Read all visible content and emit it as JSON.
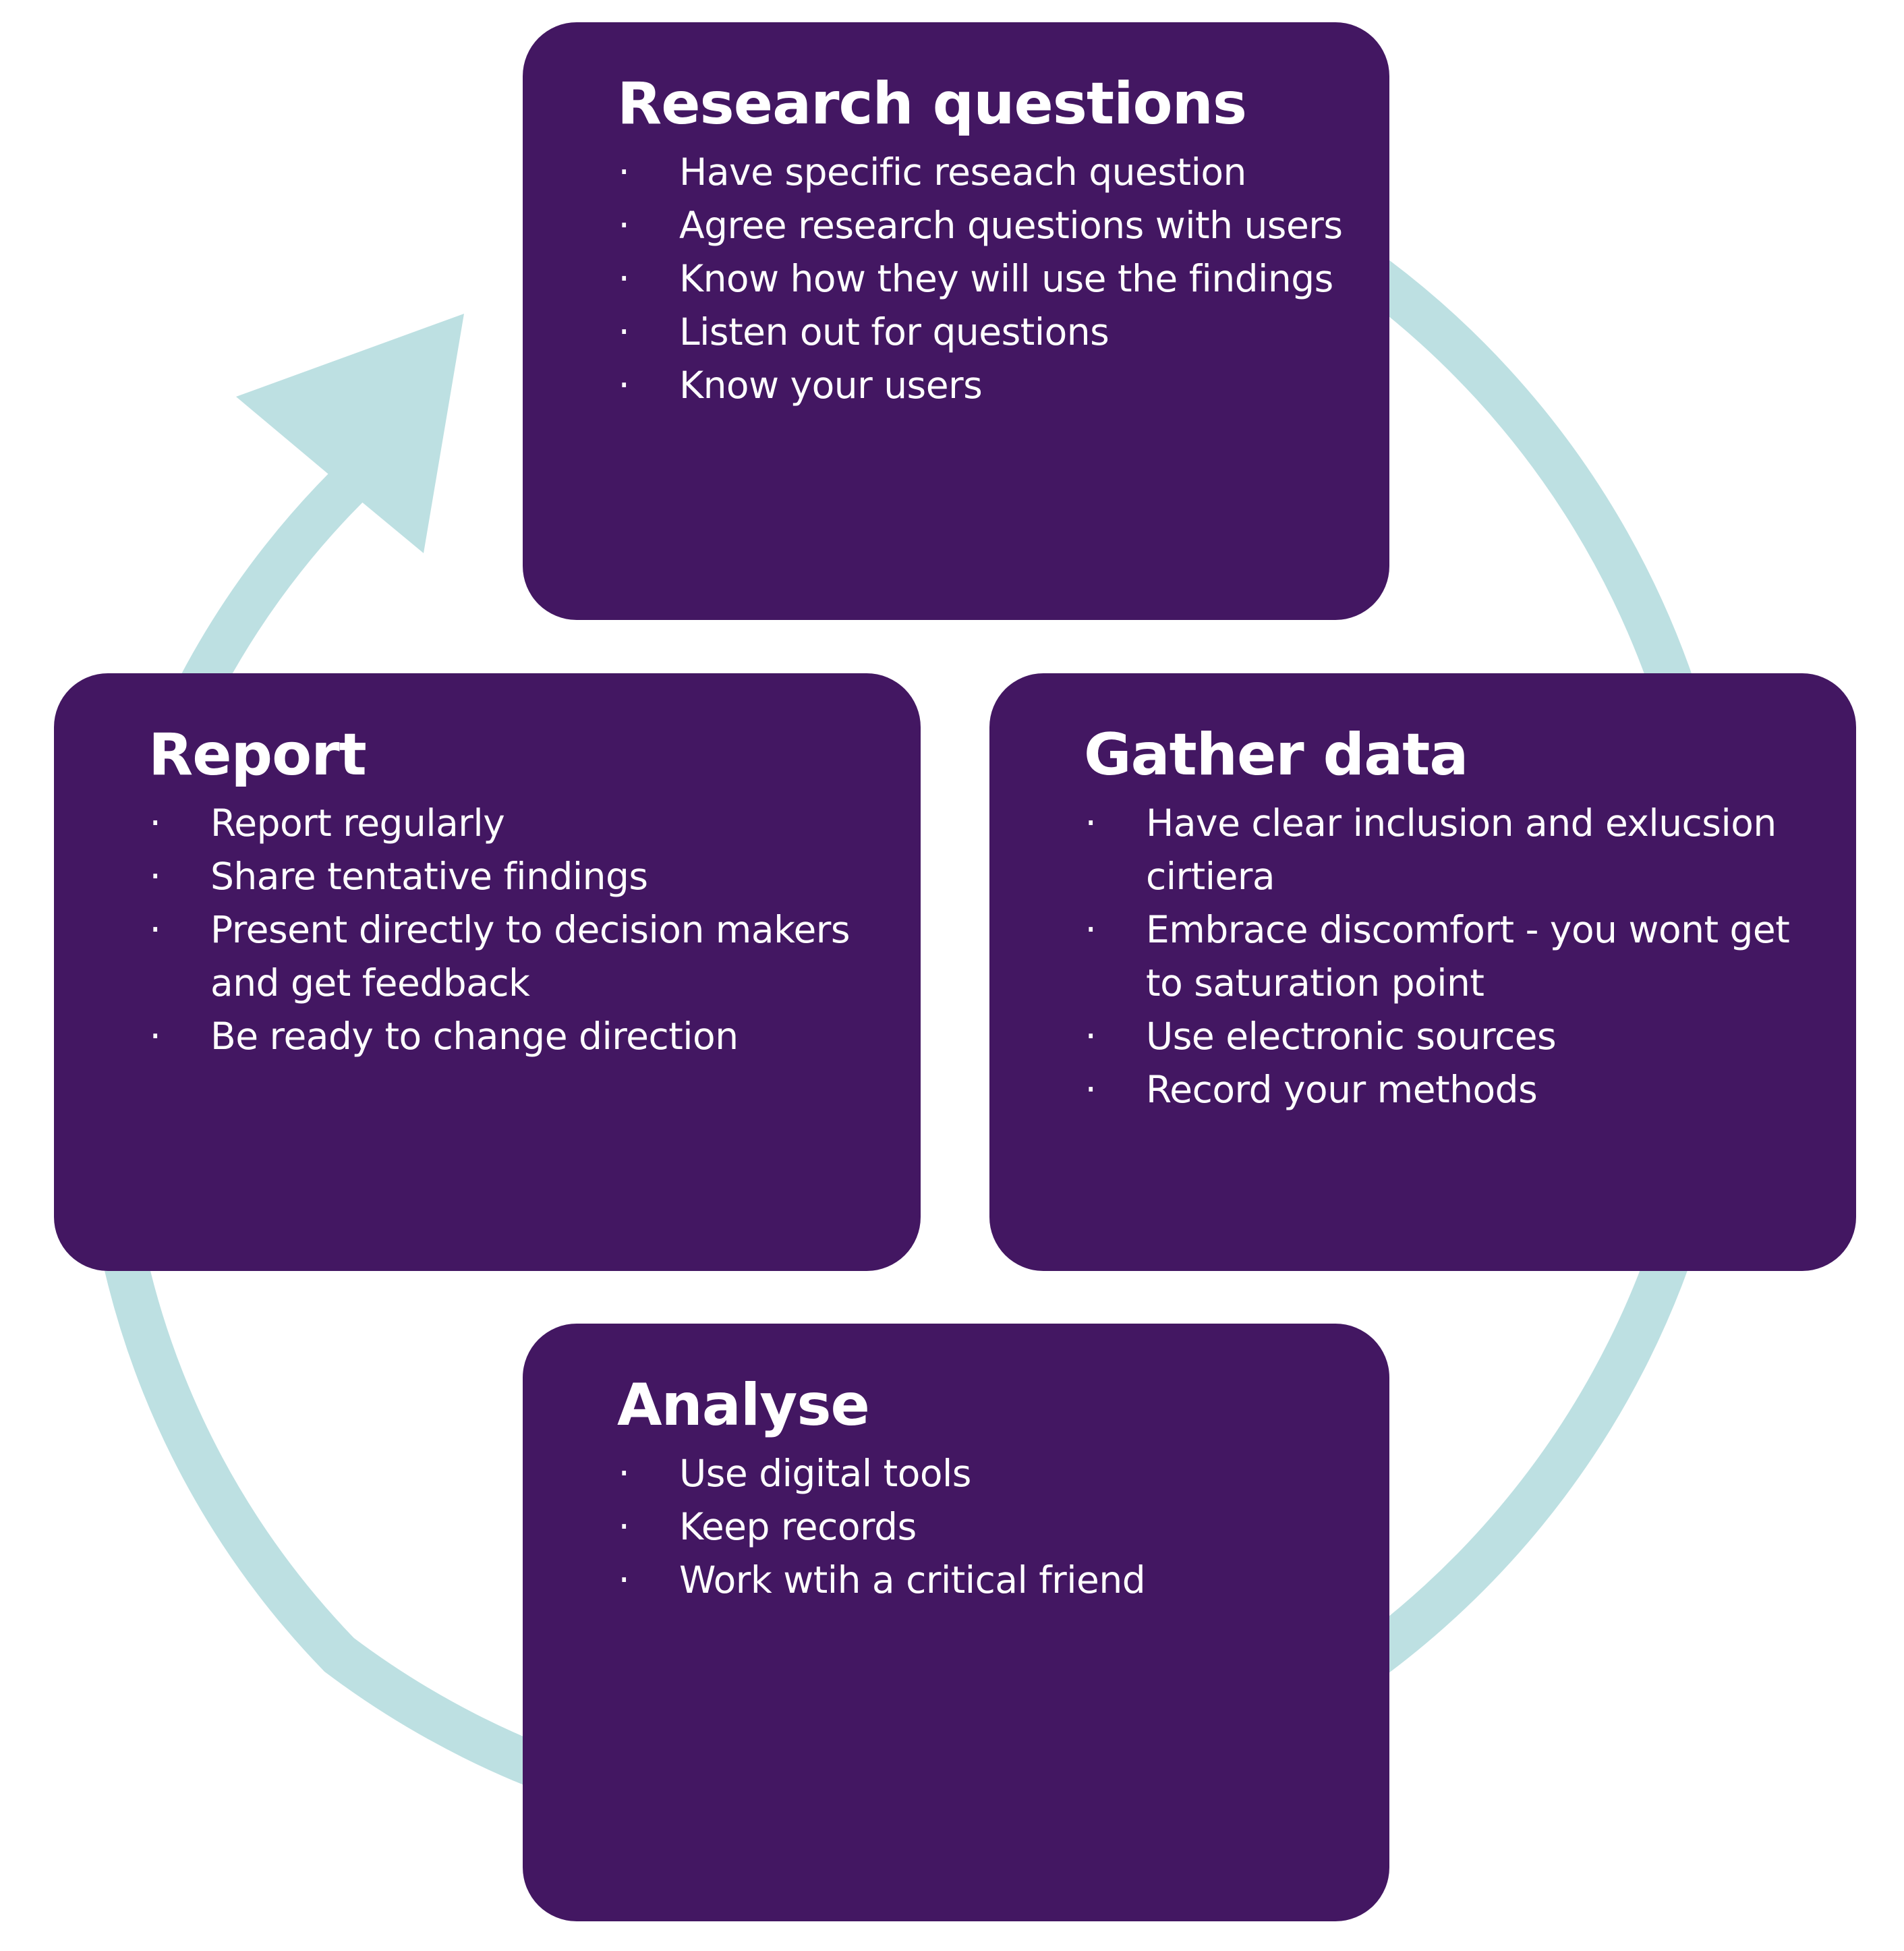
{
  "colors": {
    "card": "#431762",
    "ring": "#bde0e2",
    "text": "#ffffff"
  },
  "stages": {
    "research": {
      "title": "Research questions",
      "items": [
        "Have specific reseach question",
        "Agree research questions with users",
        "Know how they will use the findings",
        "Listen out for questions",
        "Know your users"
      ]
    },
    "gather": {
      "title": "Gather data",
      "items": [
        "Have clear inclusion and exlucsion cirtiera",
        "Embrace discomfort - you wont get to saturation point",
        "Use electronic sources",
        "Record your methods"
      ]
    },
    "report": {
      "title": "Report",
      "items": [
        "Report regularly",
        "Share tentative findings",
        "Present directly to decision makers and get feedback",
        "Be ready to change direction"
      ]
    },
    "analyse": {
      "title": "Analyse",
      "items": [
        "Use digital tools",
        "Keep records",
        "Work wtih a critical friend"
      ]
    }
  }
}
